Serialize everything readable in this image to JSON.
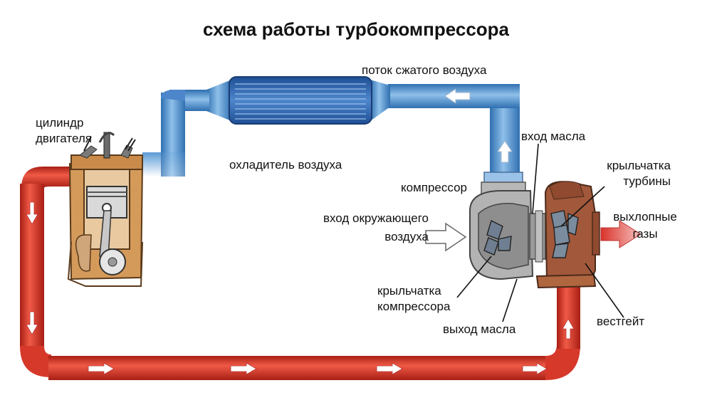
{
  "title": "схема работы турбокомпрессора",
  "labels": {
    "compressed_air_flow": "поток сжатого воздуха",
    "engine_cylinder_line1": "цилиндр",
    "engine_cylinder_line2": "двигателя",
    "air_cooler": "охладитель воздуха",
    "oil_inlet": "вход масла",
    "turbine_wheel_line1": "крыльчатка",
    "turbine_wheel_line2": "турбины",
    "compressor": "компрессор",
    "ambient_air_inlet_line1": "вход окружающего",
    "ambient_air_inlet_line2": "воздуха",
    "exhaust_gases_line1": "выхлопные",
    "exhaust_gases_line2": "газы",
    "compressor_wheel_line1": "крыльчатка",
    "compressor_wheel_line2": "компрессора",
    "oil_outlet": "выход масла",
    "wastegate": "вестгейт"
  },
  "colors": {
    "cold_air_pipe": "#5b9bd5",
    "cold_air_dark": "#2f6fb0",
    "hot_exhaust_pipe": "#e53b2c",
    "hot_exhaust_dark": "#a81e14",
    "engine_block": "#c98a4a",
    "turbine_housing": "#a85b3c",
    "compressor_housing": "#a9a9a9"
  }
}
